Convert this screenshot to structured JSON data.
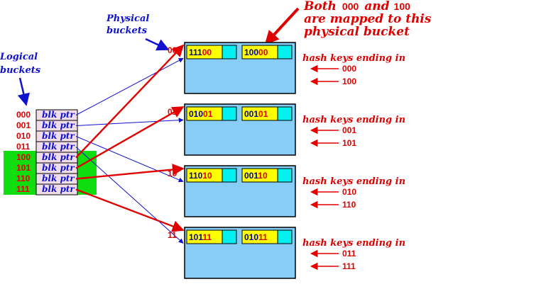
{
  "colors": {
    "red": "#e00000",
    "blue": "#1010d0",
    "green": "#10dd10",
    "bucket_fill": "#88ccf8",
    "slot_yellow": "#ffff00",
    "slot_cyan": "#00f0f0",
    "ptr_fill": "#f0dde8"
  },
  "annotation": {
    "line1_pre": "Both",
    "line1_code_a": "000",
    "line1_mid": "and",
    "line1_code_b": "100",
    "line2": "are mapped to this",
    "line3": "physical bucket"
  },
  "labels": {
    "physical_line1": "Physical",
    "physical_line2": "buckets",
    "logical_line1": "Logical",
    "logical_line2": "buckets"
  },
  "logical_buckets": [
    {
      "index": "000",
      "ptr": "blk ptr"
    },
    {
      "index": "001",
      "ptr": "blk ptr"
    },
    {
      "index": "010",
      "ptr": "blk ptr"
    },
    {
      "index": "011",
      "ptr": "blk ptr"
    },
    {
      "index": "100",
      "ptr": "blk ptr"
    },
    {
      "index": "101",
      "ptr": "blk ptr"
    },
    {
      "index": "110",
      "ptr": "blk ptr"
    },
    {
      "index": "111",
      "ptr": "blk ptr"
    }
  ],
  "physical_buckets": [
    {
      "id": "00",
      "keys": [
        {
          "prefix": "111",
          "suffix": "00"
        },
        {
          "prefix": "100",
          "suffix": "00"
        }
      ],
      "caption": "hash keys ending in",
      "endings": [
        "000",
        "100"
      ]
    },
    {
      "id": "01",
      "keys": [
        {
          "prefix": "010",
          "suffix": "01"
        },
        {
          "prefix": "001",
          "suffix": "01"
        }
      ],
      "caption": "hash keys ending in",
      "endings": [
        "001",
        "101"
      ]
    },
    {
      "id": "10",
      "keys": [
        {
          "prefix": "110",
          "suffix": "10"
        },
        {
          "prefix": "001",
          "suffix": "10"
        }
      ],
      "caption": "hash keys ending in",
      "endings": [
        "010",
        "110"
      ]
    },
    {
      "id": "11",
      "keys": [
        {
          "prefix": "101",
          "suffix": "11"
        },
        {
          "prefix": "010",
          "suffix": "11"
        }
      ],
      "caption": "hash keys ending in",
      "endings": [
        "011",
        "111"
      ]
    }
  ]
}
